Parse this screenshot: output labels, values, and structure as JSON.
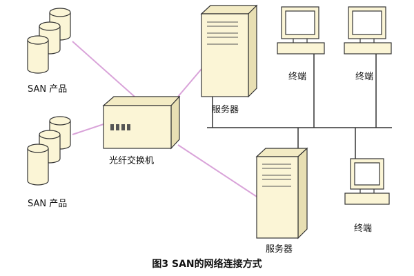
{
  "diagram": {
    "caption": "图3 SAN的网络连接方式",
    "labels": {
      "san_product_top": "SAN 产品",
      "san_product_bottom": "SAN 产品",
      "fiber_switch": "光纤交换机",
      "server_top": "服务器",
      "server_bottom": "服务器",
      "terminal_1": "终端",
      "terminal_2": "终端",
      "terminal_3": "终端"
    },
    "colors": {
      "fiber_link": "#d9a3d9",
      "lan_link": "#333333",
      "device_fill": "#fbf5d6",
      "device_stroke": "#333333"
    }
  }
}
